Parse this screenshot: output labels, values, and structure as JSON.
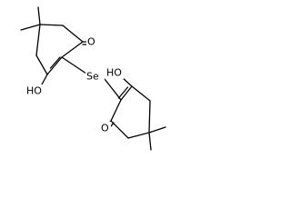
{
  "structure": {
    "atoms": {
      "o_ketone_left": "O",
      "oh_left": "HO",
      "selenium": "Se",
      "oh_right": "HO",
      "o_ketone_right": "O"
    }
  },
  "colors": {
    "bond": "#000000",
    "label": "#000000",
    "background": "#ffffff"
  }
}
